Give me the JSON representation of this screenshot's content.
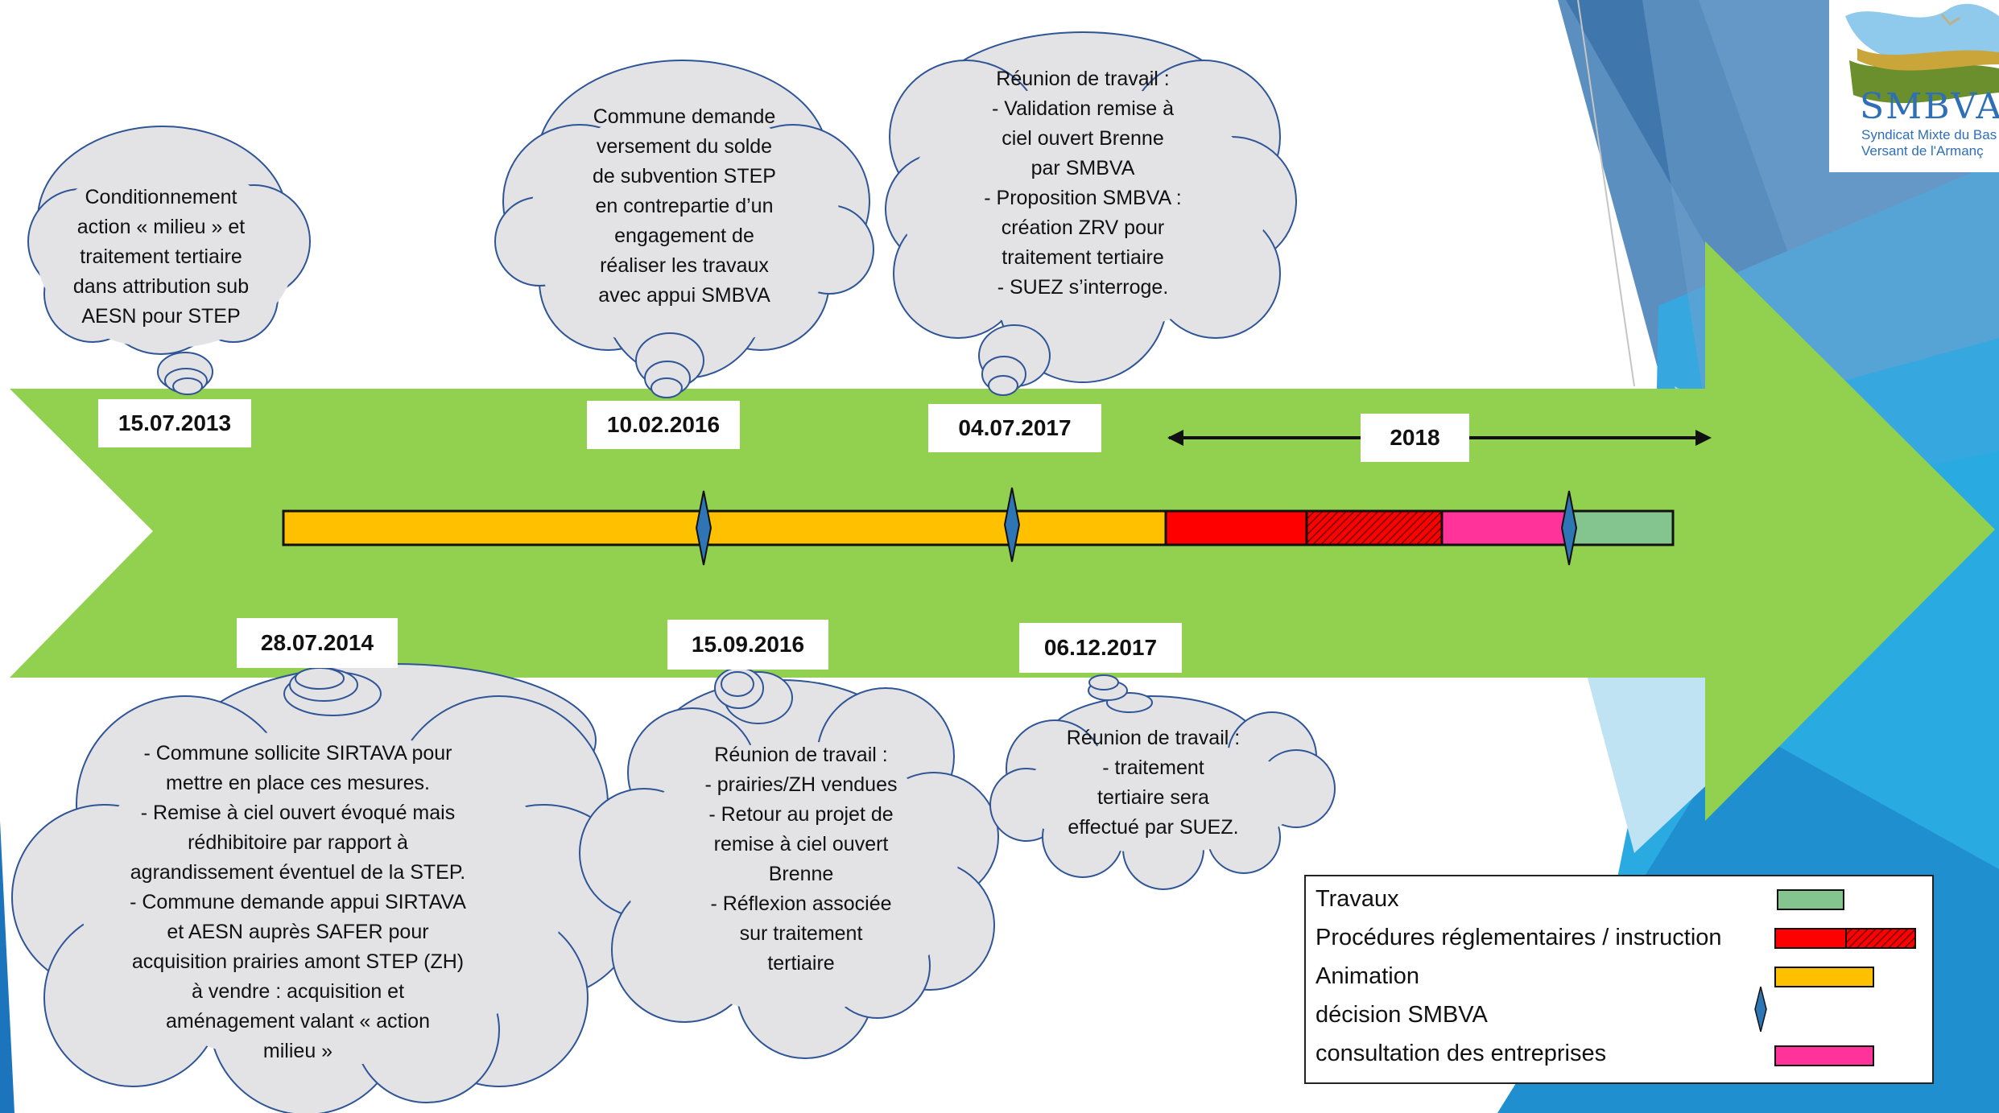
{
  "colors": {
    "arrow": "#92d050",
    "travaux": "#84c58f",
    "procedures": "#ff0000",
    "animation": "#ffc000",
    "decision": "#2e75b6",
    "consultation": "#ff3399",
    "cloud_fill": "#e3e3e5",
    "cloud_stroke": "#2f5597"
  },
  "logo": {
    "name": "SMBVA",
    "sub_line1": "Syndicat Mixte du Bas",
    "sub_line2": "Versant de l'Armanç"
  },
  "dates": {
    "d2013": "15.07.2013",
    "d2014": "28.07.2014",
    "d2016a": "10.02.2016",
    "d2016b": "15.09.2016",
    "d2017a": "04.07.2017",
    "d2017b": "06.12.2017",
    "y2018": "2018"
  },
  "clouds": {
    "c2013": [
      "Conditionnement",
      "action « milieu » et",
      "traitement tertiaire",
      "dans attribution sub",
      "AESN pour STEP"
    ],
    "c2014": [
      "- Commune sollicite SIRTAVA pour",
      "mettre en place ces mesures.",
      "- Remise à ciel ouvert évoqué mais",
      "rédhibitoire par rapport à",
      "agrandissement éventuel de la STEP.",
      "- Commune demande appui SIRTAVA",
      "et AESN auprès SAFER pour",
      "acquisition prairies amont STEP (ZH)",
      "à vendre : acquisition et",
      "aménagement valant « action",
      "milieu »"
    ],
    "c2016a": [
      "Commune demande",
      "versement du solde",
      "de subvention STEP",
      "en contrepartie d’un",
      "engagement de",
      "réaliser les travaux",
      "avec appui SMBVA"
    ],
    "c2016b": [
      "Réunion de travail :",
      "-    prairies/ZH vendues",
      "-    Retour au projet de",
      "remise à ciel ouvert",
      "Brenne",
      "-    Réflexion associée",
      "sur traitement",
      "tertiaire"
    ],
    "c2017a": [
      "Réunion de travail :",
      "-    Validation remise à",
      "ciel ouvert Brenne",
      "par SMBVA",
      "-    Proposition SMBVA :",
      "création ZRV pour",
      "traitement tertiaire",
      "-    SUEZ s’interroge."
    ],
    "c2017b": [
      "Réunion de travail :",
      "- traitement",
      "tertiaire sera",
      "effectué par SUEZ."
    ]
  },
  "legend": {
    "travaux": "Travaux",
    "procedures": "Procédures réglementaires / instruction",
    "animation": "Animation",
    "decision": "décision SMBVA",
    "consultation": "consultation des entreprises"
  }
}
